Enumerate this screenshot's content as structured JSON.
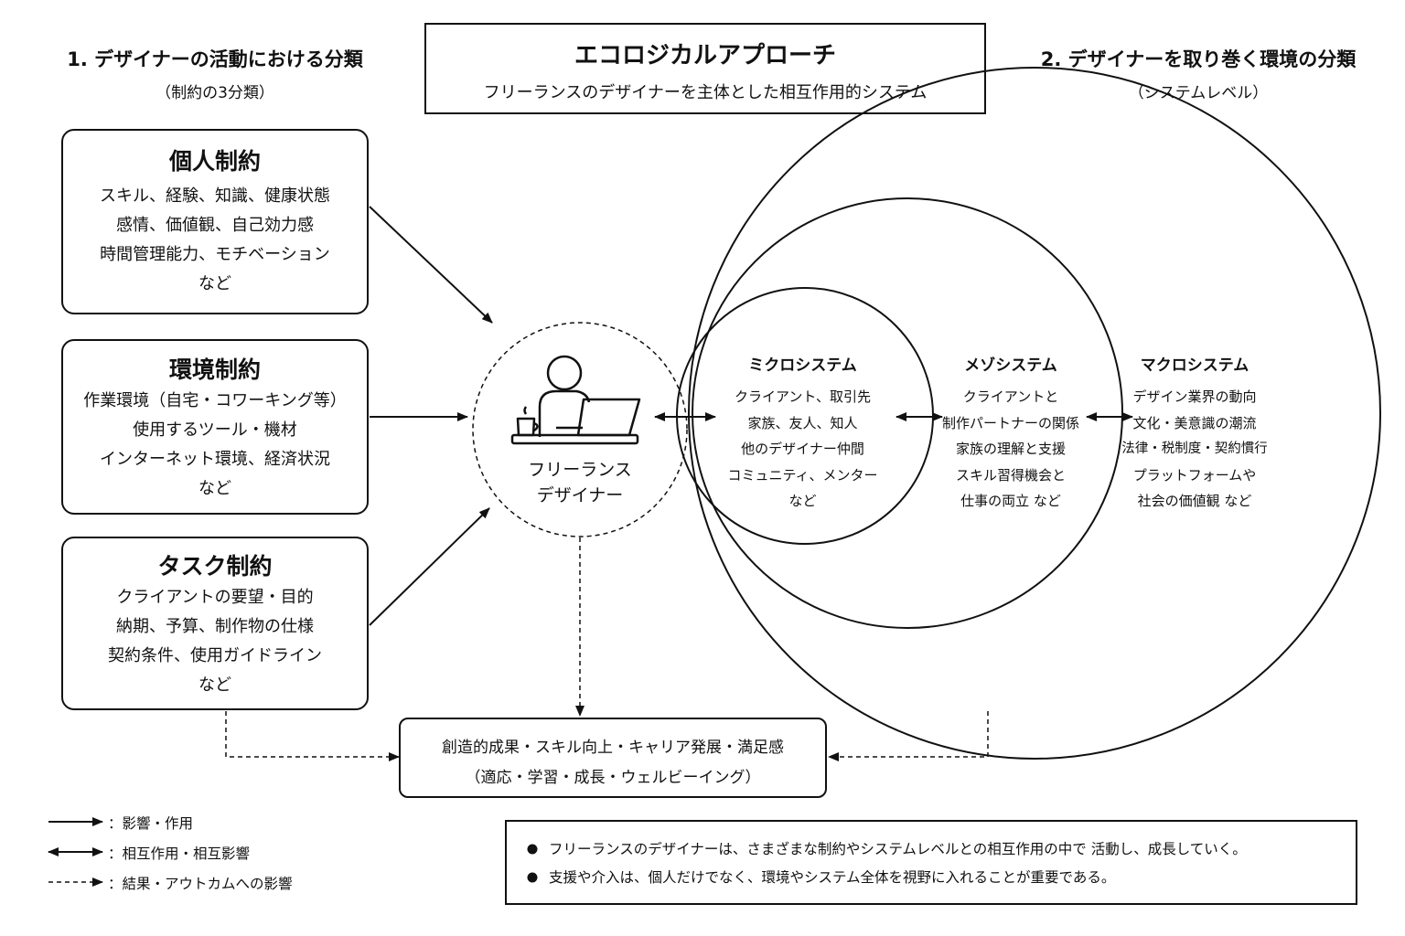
{
  "title": {
    "main": "エコロジカルアプローチ",
    "sub": "フリーランスのデザイナーを主体とした相互作用的システム"
  },
  "left_heading": {
    "title": "1. デザイナーの活動における分類",
    "sub": "（制約の3分類）"
  },
  "right_heading": {
    "title": "2. デザイナーを取り巻く環境の分類",
    "sub": "（システムレベル）"
  },
  "constraints": [
    {
      "title": "個人制約",
      "lines": [
        "スキル、経験、知識、健康状態",
        "感情、価値観、自己効力感",
        "時間管理能力、モチベーション",
        "など"
      ]
    },
    {
      "title": "環境制約",
      "lines": [
        "作業環境（自宅・コワーキング等）",
        "使用するツール・機材",
        "インターネット環境、経済状況",
        "など"
      ]
    },
    {
      "title": "タスク制約",
      "lines": [
        "クライアントの要望・目的",
        "納期、予算、制作物の仕様",
        "契約条件、使用ガイドライン",
        "など"
      ]
    }
  ],
  "center": {
    "lines": [
      "フリーランス",
      "デザイナー"
    ],
    "icon": "person-at-laptop-icon"
  },
  "systems": [
    {
      "title": "ミクロシステム",
      "lines": [
        "クライアント、取引先",
        "家族、友人、知人",
        "他のデザイナー仲間",
        "コミュニティ、メンター",
        "など"
      ]
    },
    {
      "title": "メゾシステム",
      "lines": [
        "クライアントと",
        "制作パートナーの関係",
        "家族の理解と支援",
        "スキル習得機会と",
        "仕事の両立 など"
      ]
    },
    {
      "title": "マクロシステム",
      "lines": [
        "デザイン業界の動向",
        "文化・美意識の潮流",
        "法律・税制度・契約慣行",
        "プラットフォームや",
        "社会の価値観 など"
      ]
    }
  ],
  "outcome": {
    "lines": [
      "創造的成果・スキル向上・キャリア発展・満足感",
      "（適応・学習・成長・ウェルビーイング）"
    ]
  },
  "legend": [
    {
      "type": "solid-arrow",
      "label": "：影響・作用"
    },
    {
      "type": "double-arrow",
      "label": "：相互作用・相互影響"
    },
    {
      "type": "dashed-arrow",
      "label": "：結果・アウトカムへの影響"
    }
  ],
  "notes": [
    "フリーランスのデザイナーは、さまざまな制約やシステムレベルとの相互作用の中で 活動し、成長していく。",
    "支援や介入は、個人だけでなく、環境やシステム全体を視野に入れることが重要である。"
  ]
}
